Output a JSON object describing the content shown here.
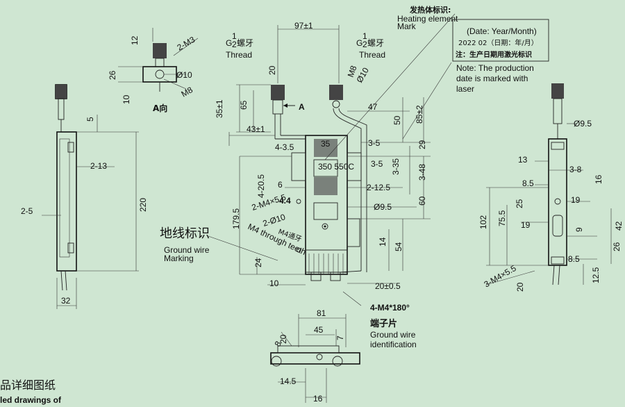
{
  "heating_mark": {
    "title_cn": "发热体标识:",
    "title_en_1": "Heating element",
    "title_en_2": "Mark",
    "box_line1": "(Date: Year/Month)",
    "box_line2": "2022  02（日期：年/月）",
    "box_line3": "注：生产日期用激光标识"
  },
  "production_note": [
    "Note: The production",
    "date is marked with",
    "laser"
  ],
  "thread_left": {
    "g": "G",
    "sup": "1",
    "sub": "2",
    "cn": "螺牙",
    "en": "Thread"
  },
  "thread_right": {
    "g": "G",
    "sup": "1",
    "sub": "2",
    "cn": "螺牙",
    "en": "Thread"
  },
  "ground_cn": "地线标识",
  "ground_en_1": "Ground wire",
  "ground_en_2": "Marking",
  "terminal_spec": "4-M4*180°",
  "terminal_cn": "端子片",
  "terminal_en_1": "Ground wire",
  "terminal_en_2": "identification",
  "view_a": "A向",
  "arrow_a": "A",
  "m4_through_cn": "M4通牙",
  "m4_through_en": "M4 through teeth",
  "footer_cn": "品详细图纸",
  "footer_en": "led drawings of",
  "chip_label": "350 550C",
  "dims": {
    "d97": "97±1",
    "d12": "12",
    "d2m3": "2-M3",
    "d26": "26",
    "d10a": "Ø10",
    "d10b": "10",
    "dm8": "M8",
    "d20a": "20",
    "d65": "65",
    "d35": "35±1",
    "d43": "43±1",
    "dm8b": "M8",
    "d10c": "Ø10",
    "d47": "47",
    "d50": "50",
    "d85": "85±2",
    "d35b": "35",
    "d435": "4-3.5",
    "d35c": "3-5",
    "d29": "29",
    "d35d": "3-5",
    "d335": "3-35",
    "d348": "3-48",
    "d420": "4-20.5",
    "d6": "6",
    "d2125": "2-12.5",
    "d60": "60",
    "d44": "4.4",
    "d95a": "Ø9.5",
    "d1795": "179.5",
    "d2m45": "2-M4×5.5",
    "d2d10": "2-Ø10",
    "d14": "14",
    "d54": "54",
    "d24": "24",
    "d10d": "10",
    "d205": "20±0.5",
    "d5": "5",
    "d213": "2-13",
    "d220": "220",
    "d25l": "2-5",
    "d32": "32",
    "d95b": "Ø9.5",
    "d13": "13",
    "d38": "3-8",
    "d16": "16",
    "d85b": "8.5",
    "d25": "25",
    "d19a": "19",
    "d102": "102",
    "d755": "75.5",
    "d19b": "19",
    "d9": "9",
    "d42": "42",
    "d26b": "26",
    "d85c": "8.5",
    "d3m4": "3-M4×5.5",
    "d20b": "20",
    "d125": "12.5",
    "d81": "81",
    "d45": "45",
    "d20c": "20",
    "d7": "7",
    "d8": "8",
    "d145": "14.5",
    "d16b": "16"
  }
}
